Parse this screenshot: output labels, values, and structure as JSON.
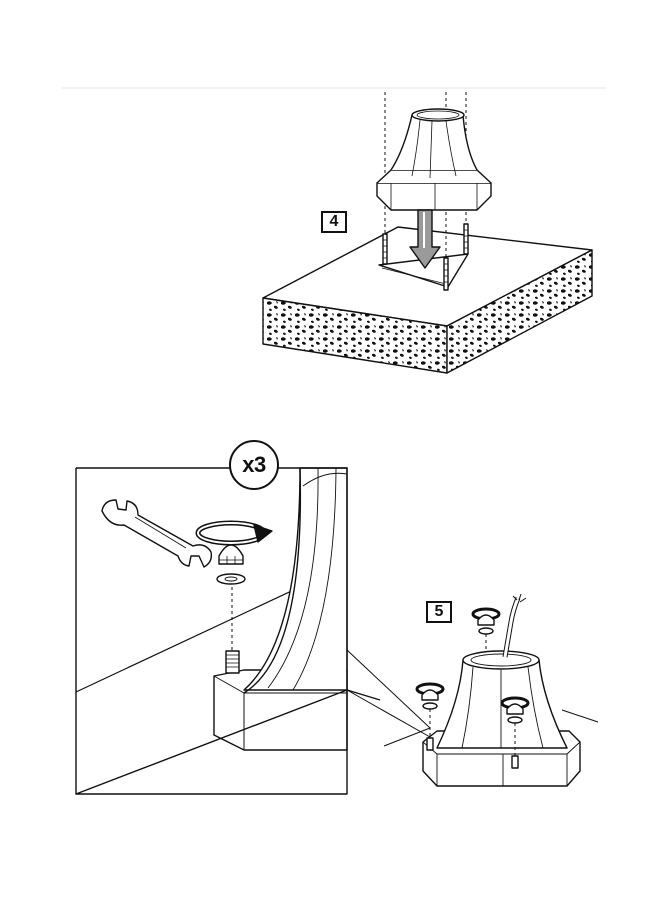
{
  "steps": [
    {
      "id": "step-4",
      "label": "4"
    },
    {
      "id": "step-5",
      "label": "5"
    }
  ],
  "detail": {
    "quantity_label": "x3"
  },
  "colors": {
    "line": "#111111",
    "fill": "#ffffff",
    "header_rule": "#e4e4e4"
  },
  "icons": [
    "wrench-icon",
    "rotate-arrow-icon",
    "cap-nut-icon",
    "washer-icon",
    "threaded-stud-icon",
    "down-arrow-icon"
  ]
}
